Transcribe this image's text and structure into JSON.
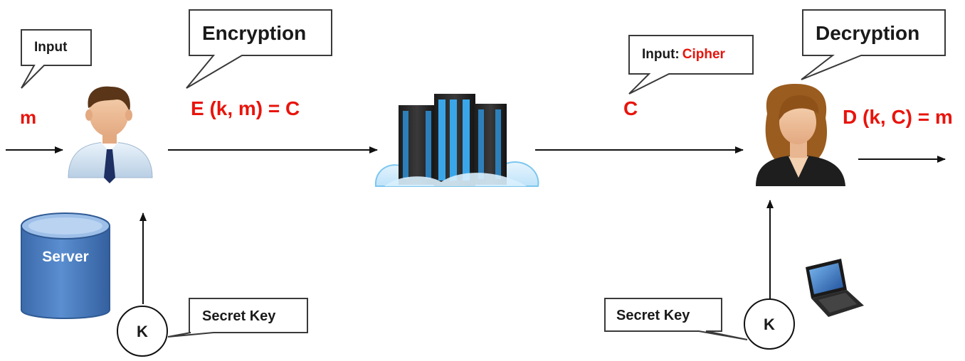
{
  "callouts": {
    "input_label": "Input",
    "encryption_label": "Encryption",
    "input_cipher_prefix": "Input:",
    "input_cipher_value": "Cipher",
    "decryption_label": "Decryption",
    "secret_key_left": "Secret Key",
    "secret_key_right": "Secret Key"
  },
  "flow": {
    "message_in": "m",
    "encrypt_formula": "E (k, m) = C",
    "cipher_text": "C",
    "decrypt_formula": "D (k, C) = m"
  },
  "keys": {
    "left_key": "K",
    "right_key": "K"
  },
  "storage": {
    "server_label": "Server"
  },
  "colors": {
    "accent_red": "#e8140c",
    "server_blue": "#4f7fc0",
    "cloud_blue": "#3aa0e0",
    "text_dark": "#1a1a1a"
  },
  "icons": {
    "sender": "male-user-icon",
    "receiver": "female-user-icon",
    "cloud": "cloud-server-icon",
    "database": "database-icon",
    "laptop": "laptop-icon"
  }
}
